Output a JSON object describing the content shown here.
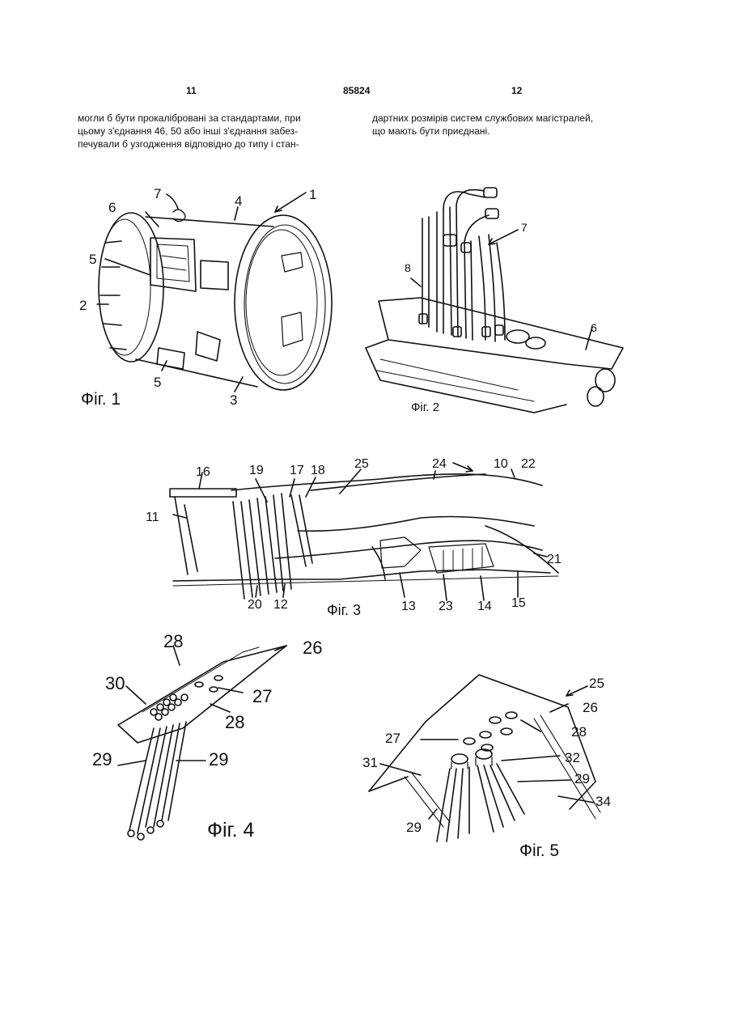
{
  "header": {
    "left_page": "11",
    "patent_number": "85824",
    "right_page": "12"
  },
  "text": {
    "left_lines": [
      "могли б бути прокалібровані за стандартами, при",
      "цьому з'єднання 46, 50 або інші з'єднання забез-",
      "печували б узгодження відповідно до типу і стан-"
    ],
    "right_lines": [
      "дартних розмірів систем службових магістралей,",
      "що мають бути приєднані."
    ]
  },
  "figures": {
    "fig1": {
      "caption": "Фіг. 1",
      "labels": [
        "1",
        "2",
        "3",
        "4",
        "5",
        "5",
        "6",
        "7"
      ]
    },
    "fig2": {
      "caption": "Фіг. 2",
      "labels": [
        "6",
        "7",
        "8"
      ]
    },
    "fig3": {
      "caption": "Фіг. 3",
      "labels": [
        "10",
        "11",
        "12",
        "13",
        "14",
        "15",
        "16",
        "17",
        "18",
        "19",
        "20",
        "21",
        "22",
        "23",
        "24",
        "25"
      ]
    },
    "fig4": {
      "caption": "Фіг. 4",
      "labels": [
        "26",
        "27",
        "28",
        "28",
        "29",
        "29",
        "30"
      ]
    },
    "fig5": {
      "caption": "Фіг. 5",
      "labels": [
        "25",
        "26",
        "27",
        "28",
        "29",
        "29",
        "31",
        "32",
        "34"
      ]
    }
  }
}
